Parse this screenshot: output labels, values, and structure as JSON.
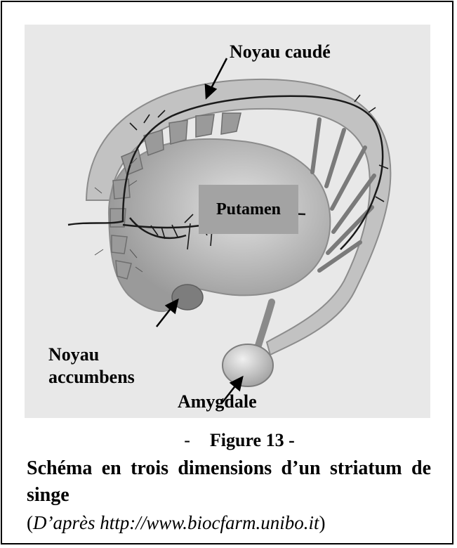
{
  "labels": {
    "noyau_caude": "Noyau caudé",
    "putamen": "Putamen",
    "noyau_accumbens_line1": "Noyau",
    "noyau_accumbens_line2": "accumbens",
    "amygdale": "Amygdale"
  },
  "caption": {
    "dash": "-",
    "figure": "Figure 13 -",
    "title": "Schéma en trois dimensions d’un striatum de singe",
    "source_open": "(",
    "source_italic": "D’après http://www.biocfarm.unibo.it",
    "source_close": ")"
  },
  "colors": {
    "panel_bg": "#e8e8e8",
    "label_box": "#a3a3a3",
    "structure_fill": "#bdbdbd"
  }
}
